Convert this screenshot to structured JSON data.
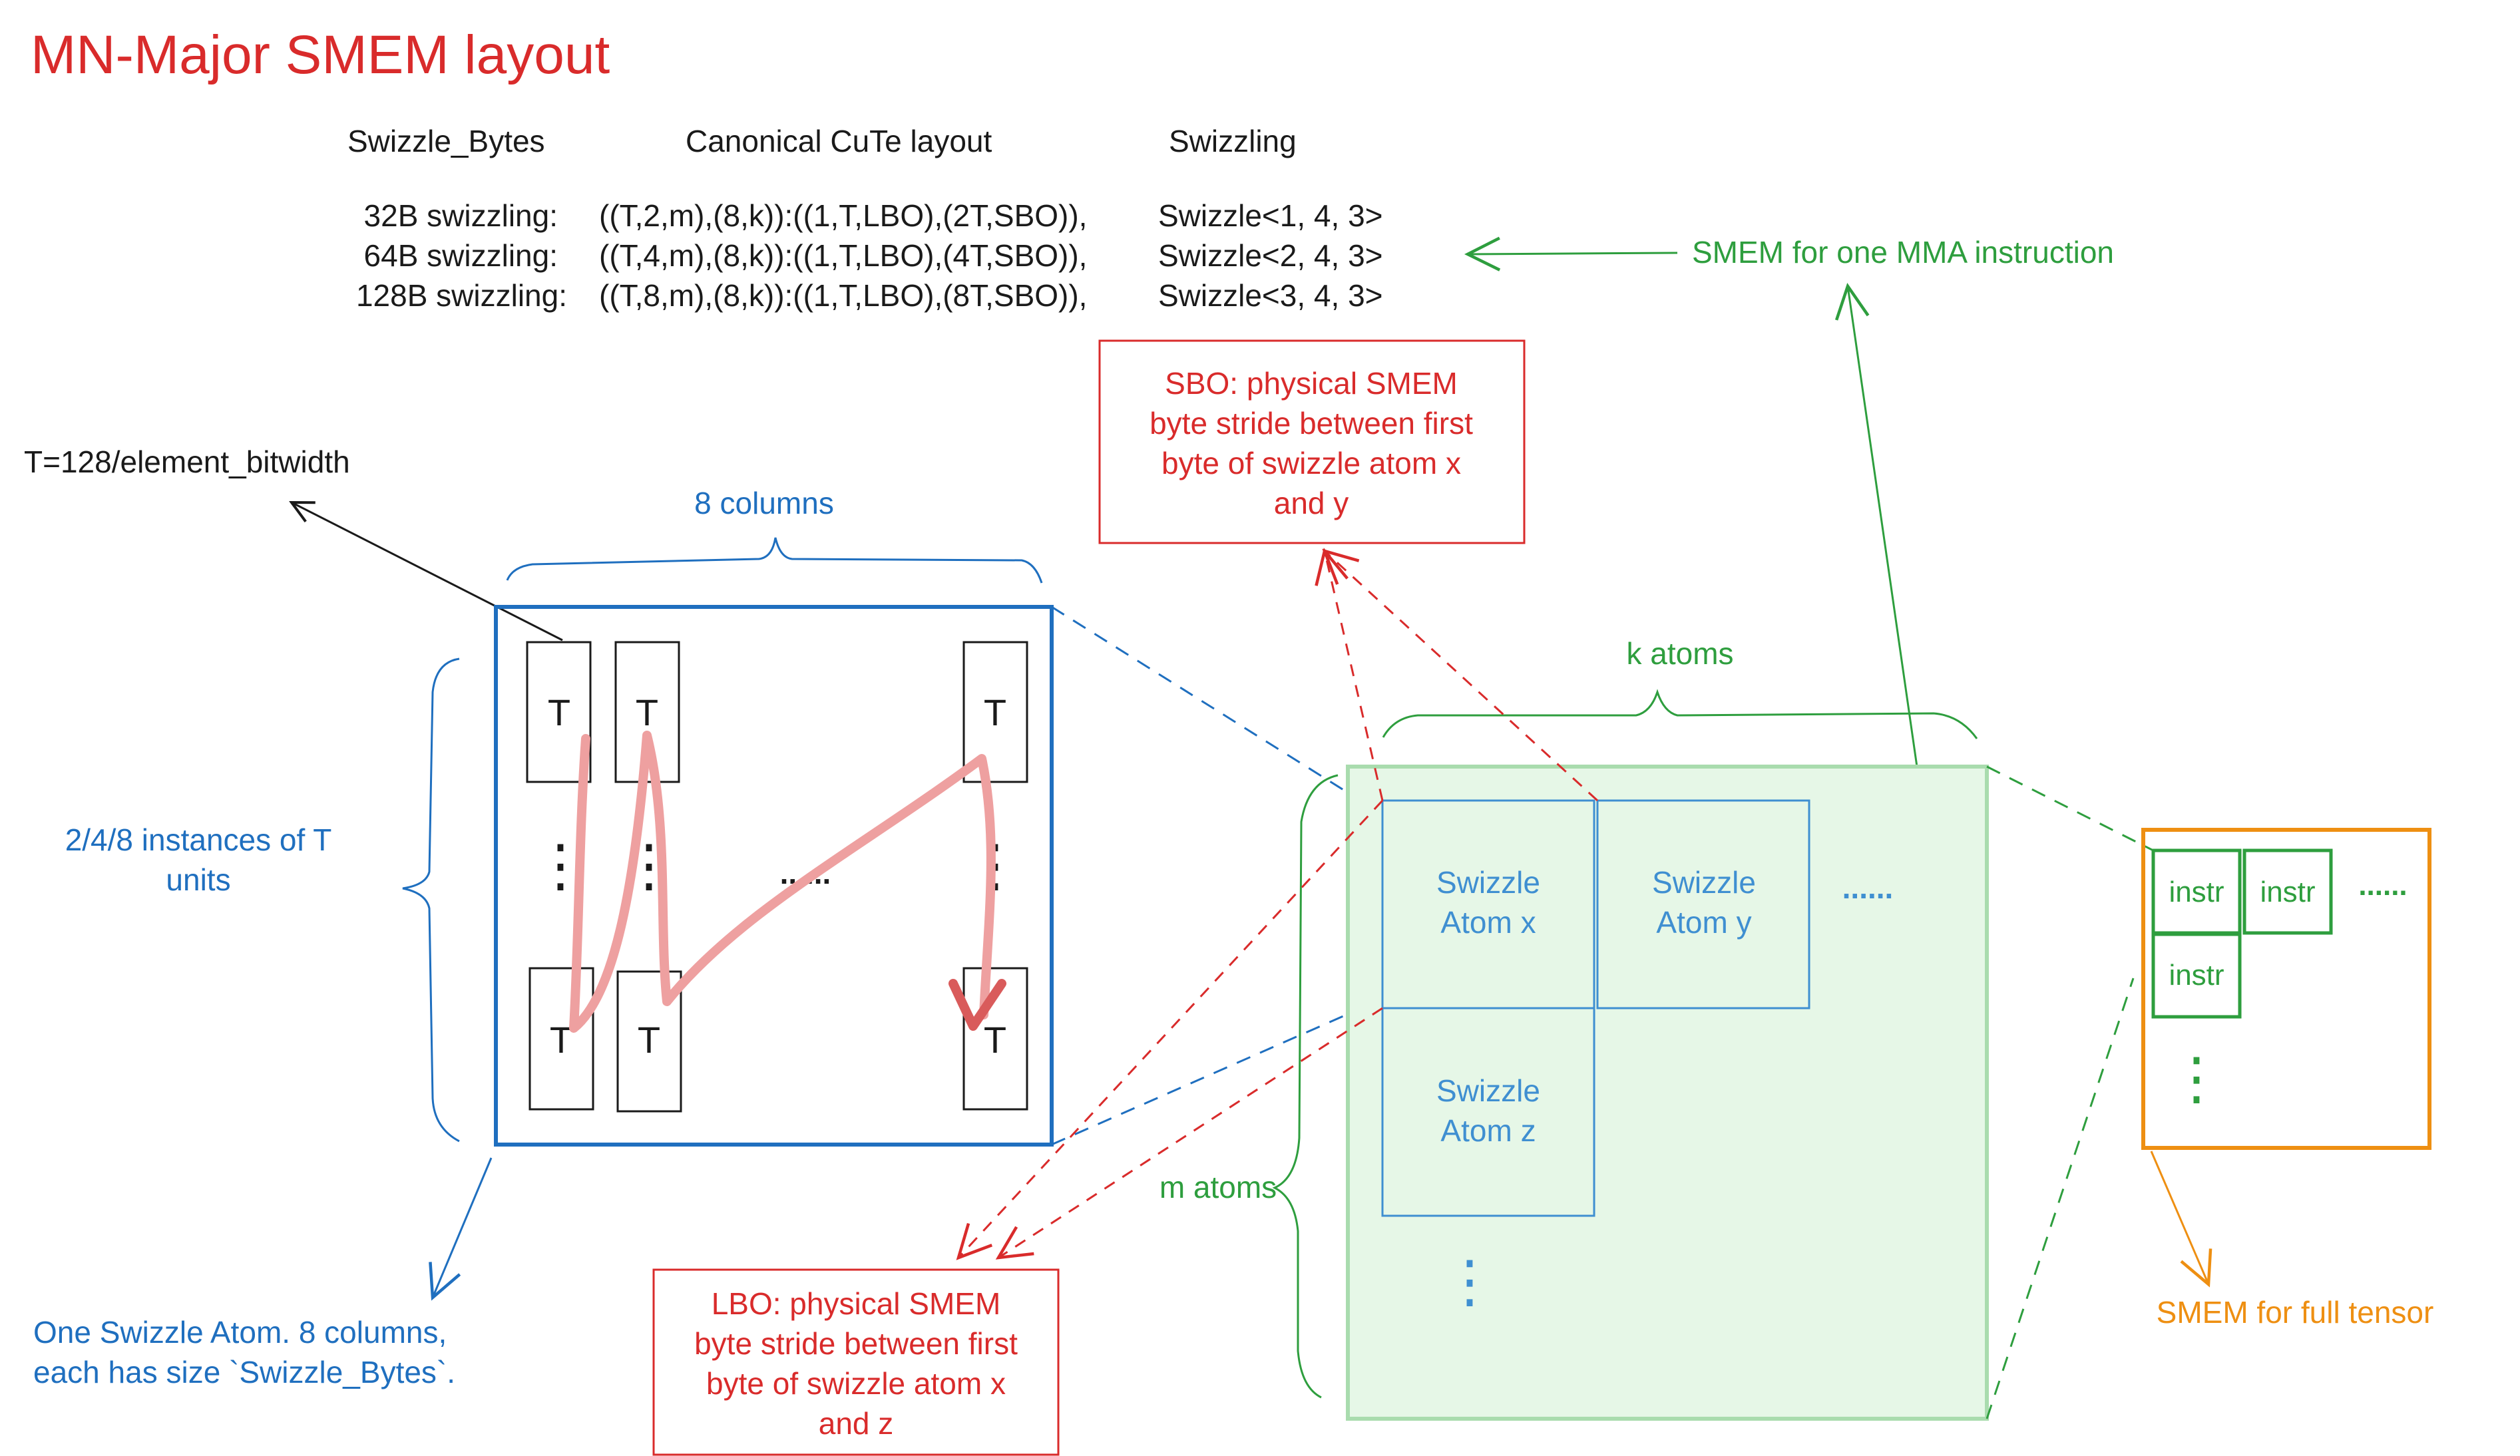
{
  "title": "MN-Major SMEM layout",
  "table": {
    "headers": [
      "Swizzle_Bytes",
      "Canonical CuTe layout",
      "Swizzling"
    ],
    "rows": [
      {
        "bytes": "32B swizzling:",
        "layout": "((T,2,m),(8,k)):((1,T,LBO),(2T,SBO)),",
        "swizzle": "Swizzle<1, 4, 3>"
      },
      {
        "bytes": "64B swizzling:",
        "layout": "((T,4,m),(8,k)):((1,T,LBO),(4T,SBO)),",
        "swizzle": "Swizzle<2, 4, 3>"
      },
      {
        "bytes": "128B swizzling:",
        "layout": "((T,8,m),(8,k)):((1,T,LBO),(8T,SBO)),",
        "swizzle": "Swizzle<3, 4, 3>"
      }
    ]
  },
  "labels": {
    "smem_one_mma": "SMEM for one MMA instruction",
    "t_def": "T=128/element_bitwidth",
    "eight_columns": "8 columns",
    "instances": [
      "2/4/8 instances of T",
      "units"
    ],
    "one_atom": [
      "One Swizzle Atom. 8 columns,",
      "each has size `Swizzle_Bytes`."
    ],
    "k_atoms": "k atoms",
    "m_atoms": "m atoms",
    "smem_full": "SMEM  for full tensor",
    "dots": "......",
    "vdots": "⋮"
  },
  "sbo_box": [
    "SBO: physical SMEM",
    "byte stride between first",
    "byte of swizzle atom x",
    "and y"
  ],
  "lbo_box": [
    "LBO: physical SMEM",
    "byte stride between first",
    "byte of swizzle atom x",
    "and z"
  ],
  "atom_cell": {
    "t_label": "T"
  },
  "atoms": {
    "x": [
      "Swizzle",
      "Atom x"
    ],
    "y": [
      "Swizzle",
      "Atom y"
    ],
    "z": [
      "Swizzle",
      "Atom z"
    ]
  },
  "instr_label": "instr",
  "colors": {
    "red": "#d92b2b",
    "blue": "#1f6fbf",
    "light_blue": "#3f8fd1",
    "green": "#2e9e3e",
    "light_green_fill": "#e6f7e7",
    "light_green_stroke": "#a9dcae",
    "orange": "#ee8f12",
    "pink_path": "#eea0a0"
  }
}
